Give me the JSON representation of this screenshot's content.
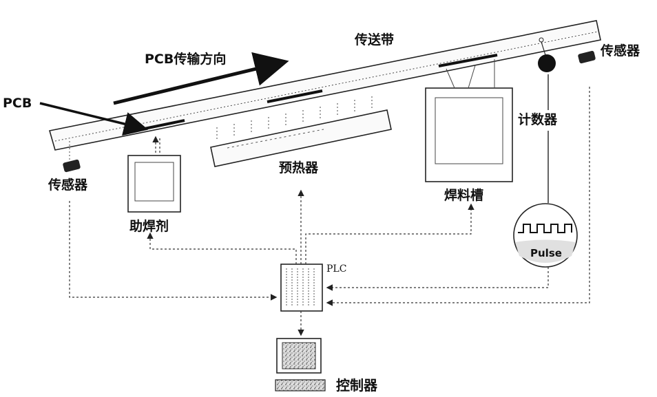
{
  "labels": {
    "pcb_direction": "PCB传输方向",
    "conveyor": "传送带",
    "pcb": "PCB",
    "sensor_left": "传感器",
    "sensor_right": "传感器",
    "flux": "助焊剂",
    "preheater": "预热器",
    "solder_bath": "焊料槽",
    "counter": "计数器",
    "pulse": "Pulse",
    "plc": "PLC",
    "controller": "控制器"
  }
}
